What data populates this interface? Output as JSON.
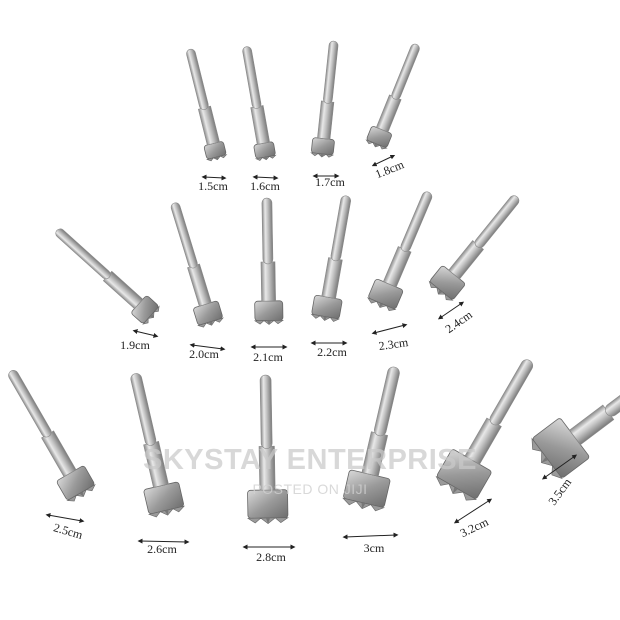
{
  "product": {
    "bits": [
      {
        "size_label": "1.5cm"
      },
      {
        "size_label": "1.6cm"
      },
      {
        "size_label": "1.7cm"
      },
      {
        "size_label": "1.8cm"
      },
      {
        "size_label": "1.9cm"
      },
      {
        "size_label": "2.0cm"
      },
      {
        "size_label": "2.1cm"
      },
      {
        "size_label": "2.2cm"
      },
      {
        "size_label": "2.3cm"
      },
      {
        "size_label": "2.4cm"
      },
      {
        "size_label": "2.5cm"
      },
      {
        "size_label": "2.6cm"
      },
      {
        "size_label": "2.8cm"
      },
      {
        "size_label": "3cm"
      },
      {
        "size_label": "3.2cm"
      },
      {
        "size_label": "3.5cm"
      }
    ]
  },
  "watermark": {
    "title": "SKYSTAY ENTERPRISE",
    "subtitle": "POSTED ON JIJI"
  },
  "colors": {
    "background": "#ffffff",
    "steel_light": "#e4e4e4",
    "steel_mid": "#b9b9b9",
    "steel_dark": "#7d7d7d",
    "label_text": "#222222",
    "watermark": "#c9c9c9"
  }
}
